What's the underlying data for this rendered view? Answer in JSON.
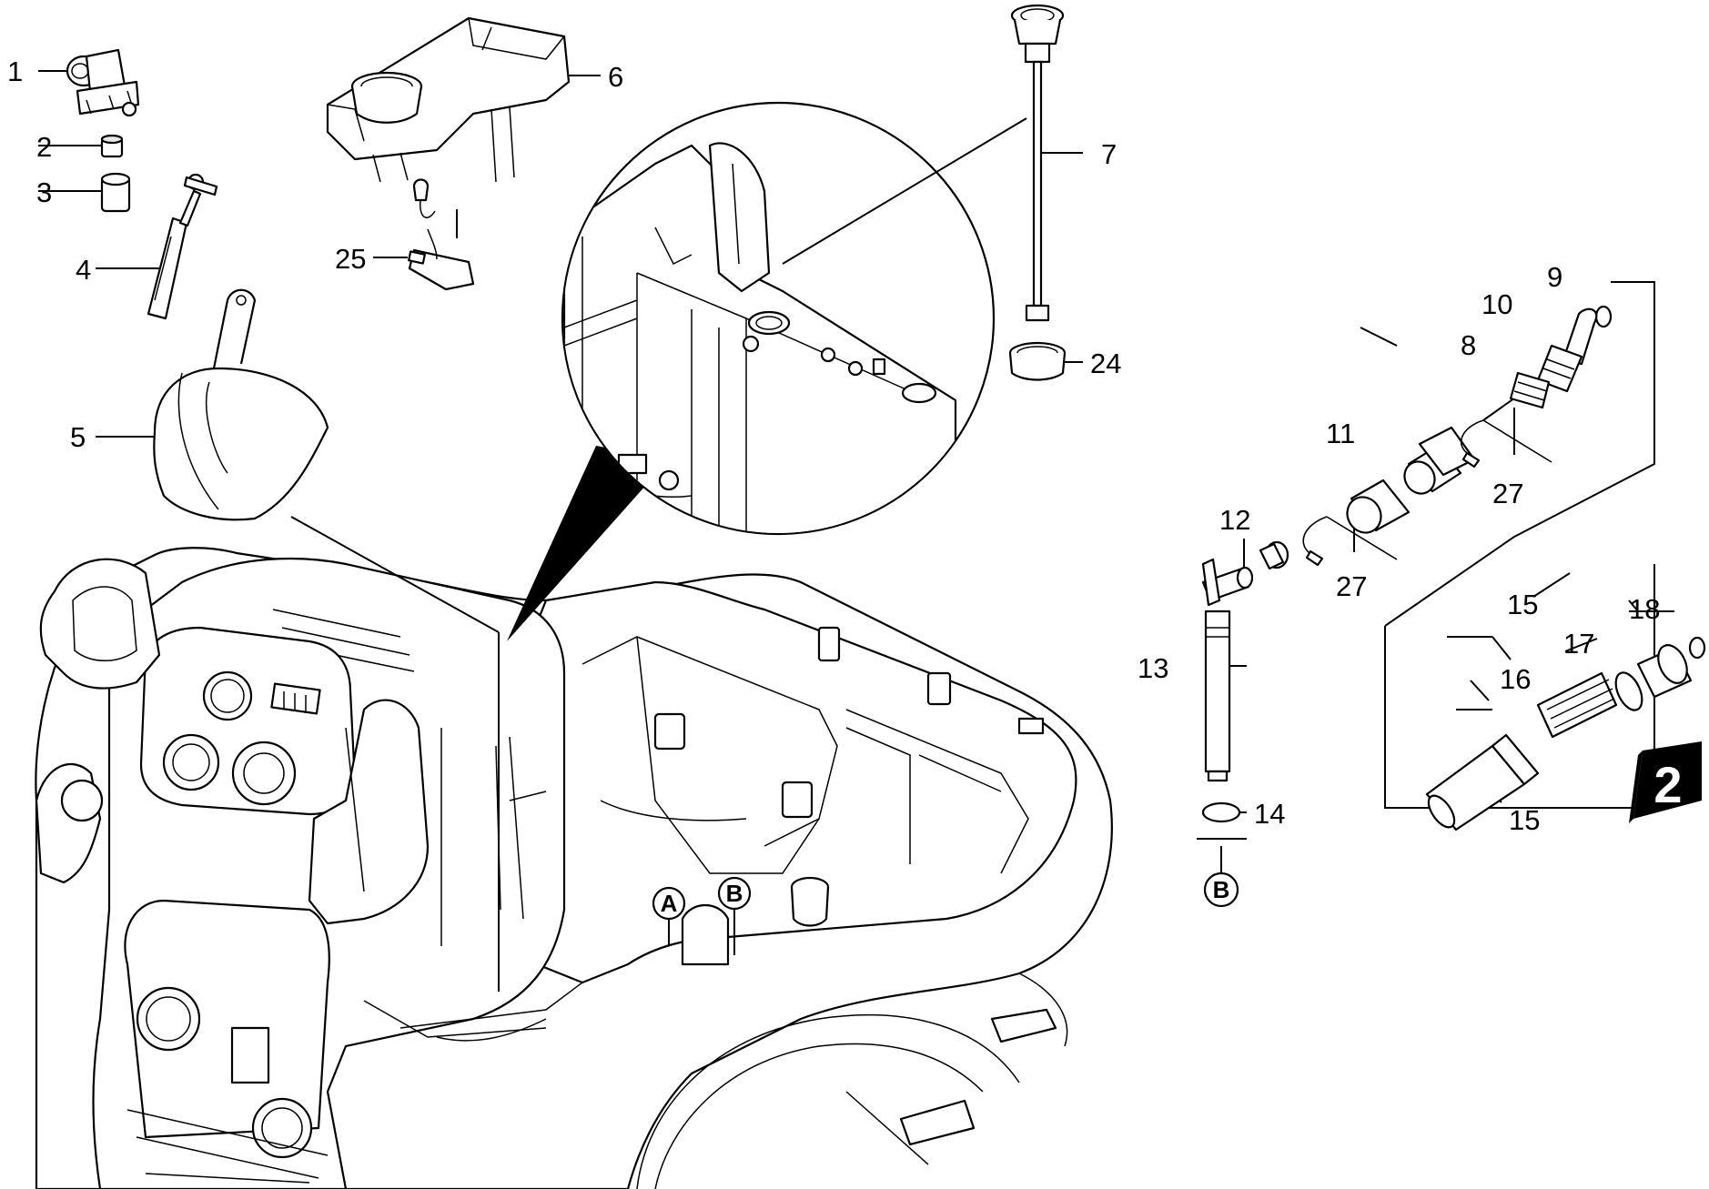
{
  "callouts": [
    "1",
    "2",
    "3",
    "4",
    "5",
    "6",
    "7",
    "24",
    "25",
    "9",
    "10",
    "8",
    "11",
    "27",
    "12",
    "13",
    "14",
    "15",
    "16",
    "17",
    "18"
  ],
  "labels": {
    "l1": "1",
    "l2": "2",
    "l3": "3",
    "l4": "4",
    "l5": "5",
    "l6": "6",
    "l7": "7",
    "l24": "24",
    "l25": "25",
    "l9": "9",
    "l10": "10",
    "l8": "8",
    "l11": "11",
    "l27a": "27",
    "l27b": "27",
    "l12": "12",
    "l13": "13",
    "l14": "14",
    "l15a": "15",
    "l15b": "15",
    "l16": "16",
    "l17": "17",
    "l18": "18"
  },
  "connectors": {
    "a": "A",
    "b": "B",
    "b_ref": "B"
  },
  "page_badge": "2"
}
